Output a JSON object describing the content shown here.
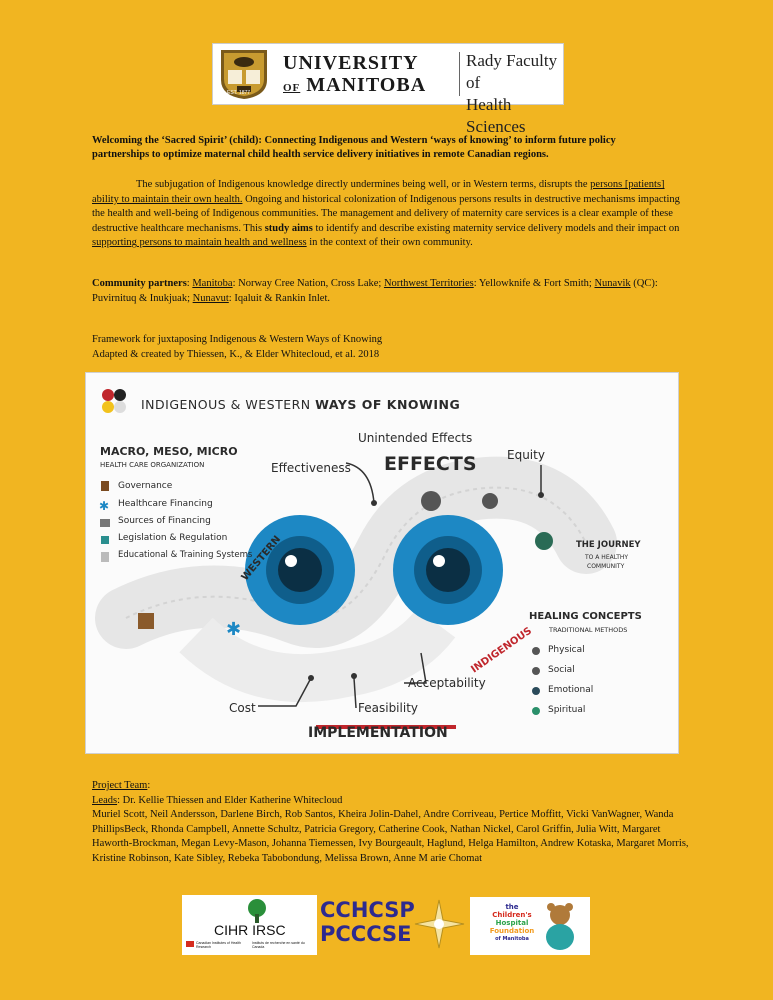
{
  "header": {
    "university_line1": "UNIVERSITY",
    "university_line2": "MANITOBA",
    "university_of": "OF",
    "faculty_line1": "Rady Faculty of",
    "faculty_line2": "Health Sciences",
    "crest_year": "EST. 1877"
  },
  "title": "Welcoming the ‘Sacred Spirit’ (child): Connecting Indigenous and Western ‘ways of knowing’ to inform future policy partnerships to optimize maternal child health service delivery initiatives in remote Canadian regions.",
  "abstract": {
    "part1": "The subjugation of Indigenous knowledge directly undermines being well, or in Western terms, disrupts the ",
    "link1": "persons [patients] ability to maintain their own health.",
    "part2": " Ongoing and historical colonization of Indigenous persons results in destructive mechanisms impacting the health and well-being of Indigenous communities. The management and delivery of maternity care services is a clear example of these destructive healthcare mechanisms. This ",
    "bold": "study aims",
    "part3": " to identify and describe existing maternity service delivery models and their impact on ",
    "link2": "supporting persons to maintain health and wellness",
    "part4": " in the context of their own community."
  },
  "partners": {
    "label": "Community partners",
    "r1": "Manitoba",
    "t1": ": Norway Cree Nation, Cross Lake; ",
    "r2": "Northwest Territories",
    "t2": ": Yellowknife & Fort Smith; ",
    "r3": "Nunavik",
    "t3": " (QC): Puvirnituq & Inukjuak; ",
    "r4": "Nunavut",
    "t4": ": Iqaluit & Rankin Inlet."
  },
  "framework": {
    "line1": "Framework for juxtaposing Indigenous & Western Ways of Knowing",
    "line2": "Adapted & created by Thiessen, K., & Elder Whitecloud, et al. 2018"
  },
  "figure": {
    "heading_light": "INDIGENOUS & WESTERN ",
    "heading_bold": "WAYS OF KNOWING",
    "macro_title": "MACRO, MESO, MICRO",
    "macro_sub": "HEALTH CARE ORGANIZATION",
    "macro_items": [
      "Governance",
      "Healthcare Financing",
      "Sources of Financing",
      "Legislation & Regulation",
      "Educational & Training Systems"
    ],
    "effects": "EFFECTS",
    "effectiveness": "Effectiveness",
    "unintended": "Unintended Effects",
    "equity": "Equity",
    "journey1": "THE JOURNEY",
    "journey2": "TO A HEALTHY",
    "journey3": "COMMUNITY",
    "western": "WESTERN",
    "indigenous": "INDIGENOUS",
    "healing_title": "HEALING CONCEPTS",
    "healing_sub": "TRADITIONAL METHODS",
    "healing_items": [
      "Physical",
      "Social",
      "Emotional",
      "Spiritual"
    ],
    "acceptability": "Acceptability",
    "feasibility": "Feasibility",
    "cost": "Cost",
    "implementation": "IMPLEMENTATION"
  },
  "team": {
    "label": "Project Team",
    "leads_label": "Leads",
    "leads": ": Dr. Kellie Thiessen and Elder Katherine Whitecloud",
    "members": "Muriel Scott, Neil Andersson, Darlene Birch, Rob Santos, Kheira Jolin-Dahel, Andre Corriveau, Pertice Moffitt, Vicki VanWagner, Wanda PhillipsBeck, Rhonda Campbell, Annette Schultz, Patricia Gregory, Catherine Cook, Nathan Nickel, Carol Griffin, Julia Witt, Margaret Haworth-Brockman, Megan Levy-Mason, Johanna Tiemessen, Ivy Bourgeault, Haglund, Helga Hamilton, Andrew Kotaska, Margaret Morris, Kristine Robinson, Kate Sibley, Rebeka Tabobondung, Melissa Brown, Anne M arie Chomat"
  },
  "footer": {
    "cihr": "CIHR IRSC",
    "cihr_en": "Canadian Institutes of Health Research",
    "cihr_fr": "Instituts de recherche en santé du Canada",
    "cchcsp1": "CCHCSP",
    "cchcsp2": "PCCCSE",
    "hospital1": "the",
    "hospital2": "Children's",
    "hospital3": "Hospital",
    "hospital4": "Foundation",
    "hospital5": "of Manitoba"
  },
  "colors": {
    "background": "#f1b521",
    "eye_blue": "#1d88c4",
    "implementation_red": "#c0262c"
  }
}
